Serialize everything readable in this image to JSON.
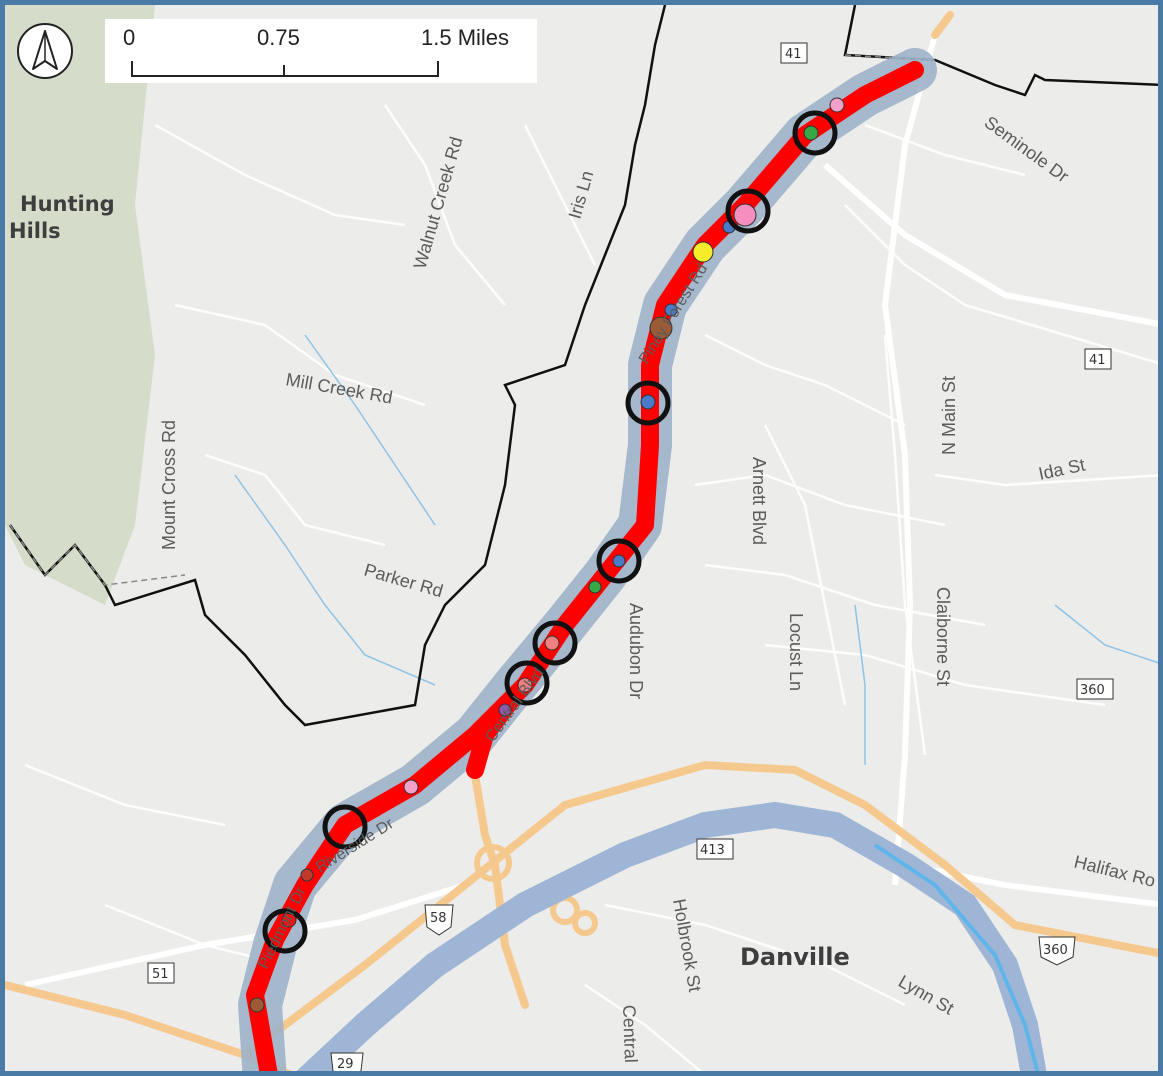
{
  "scale": {
    "tick_0": "0",
    "tick_mid": "0.75",
    "tick_end": "1.5 Miles"
  },
  "north_arrow": {
    "icon": "north-arrow-icon"
  },
  "places": {
    "hunting_hills": "Hunting",
    "hunting_hills_2": "Hills",
    "danville": "Danville"
  },
  "roads": {
    "walnut_creek": "Walnut Creek Rd",
    "iris": "Iris Ln",
    "mill_creek": "Mill Creek Rd",
    "mount_cross": "Mount Cross Rd",
    "parker": "Parker Rd",
    "audubon": "Audubon Dr",
    "arnett": "Arnett Blvd",
    "locust": "Locust Ln",
    "claiborne": "Claiborne St",
    "n_main": "N Main St",
    "ida": "Ida St",
    "seminole": "Seminole Dr",
    "halifax": "Halifax Ro",
    "holbrook": "Holbrook St",
    "lynn": "Lynn St",
    "central": "Central",
    "piney_forest": "Piney Forest Rd",
    "central_blvd": "Central Blvd",
    "riverside": "Riverside Dr",
    "piedmont": "Piedmont Dr"
  },
  "shields": {
    "s41_top": "41",
    "s41_right": "41",
    "s360_right": "360",
    "s413": "413",
    "s58": "58",
    "s51": "51",
    "s360_bottom": "360",
    "s29": "29"
  },
  "colors": {
    "route": "#ff0000",
    "route_buffer": "#9fb3c9",
    "river": "#9fb5d6",
    "highway": "#f5c98d",
    "boundary": "#111111",
    "background": "#ececea"
  }
}
